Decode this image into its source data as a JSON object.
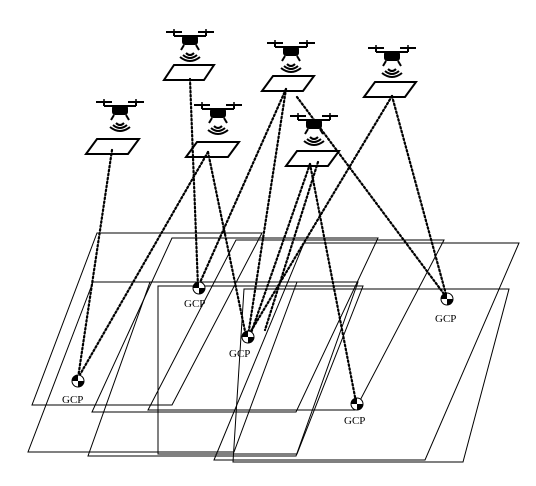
{
  "diagram": {
    "gcp_label": "GCP",
    "colors": {
      "line": "#000000",
      "background": "#ffffff"
    },
    "drone_count": 6,
    "gcp_count": 5,
    "footprint_count": 6,
    "icons": {
      "drone": "quadcopter-drone-icon",
      "signal": "signal-waves-icon",
      "sensor": "camera-sensor-frame-icon",
      "gcp": "ground-control-point-target-icon"
    }
  }
}
